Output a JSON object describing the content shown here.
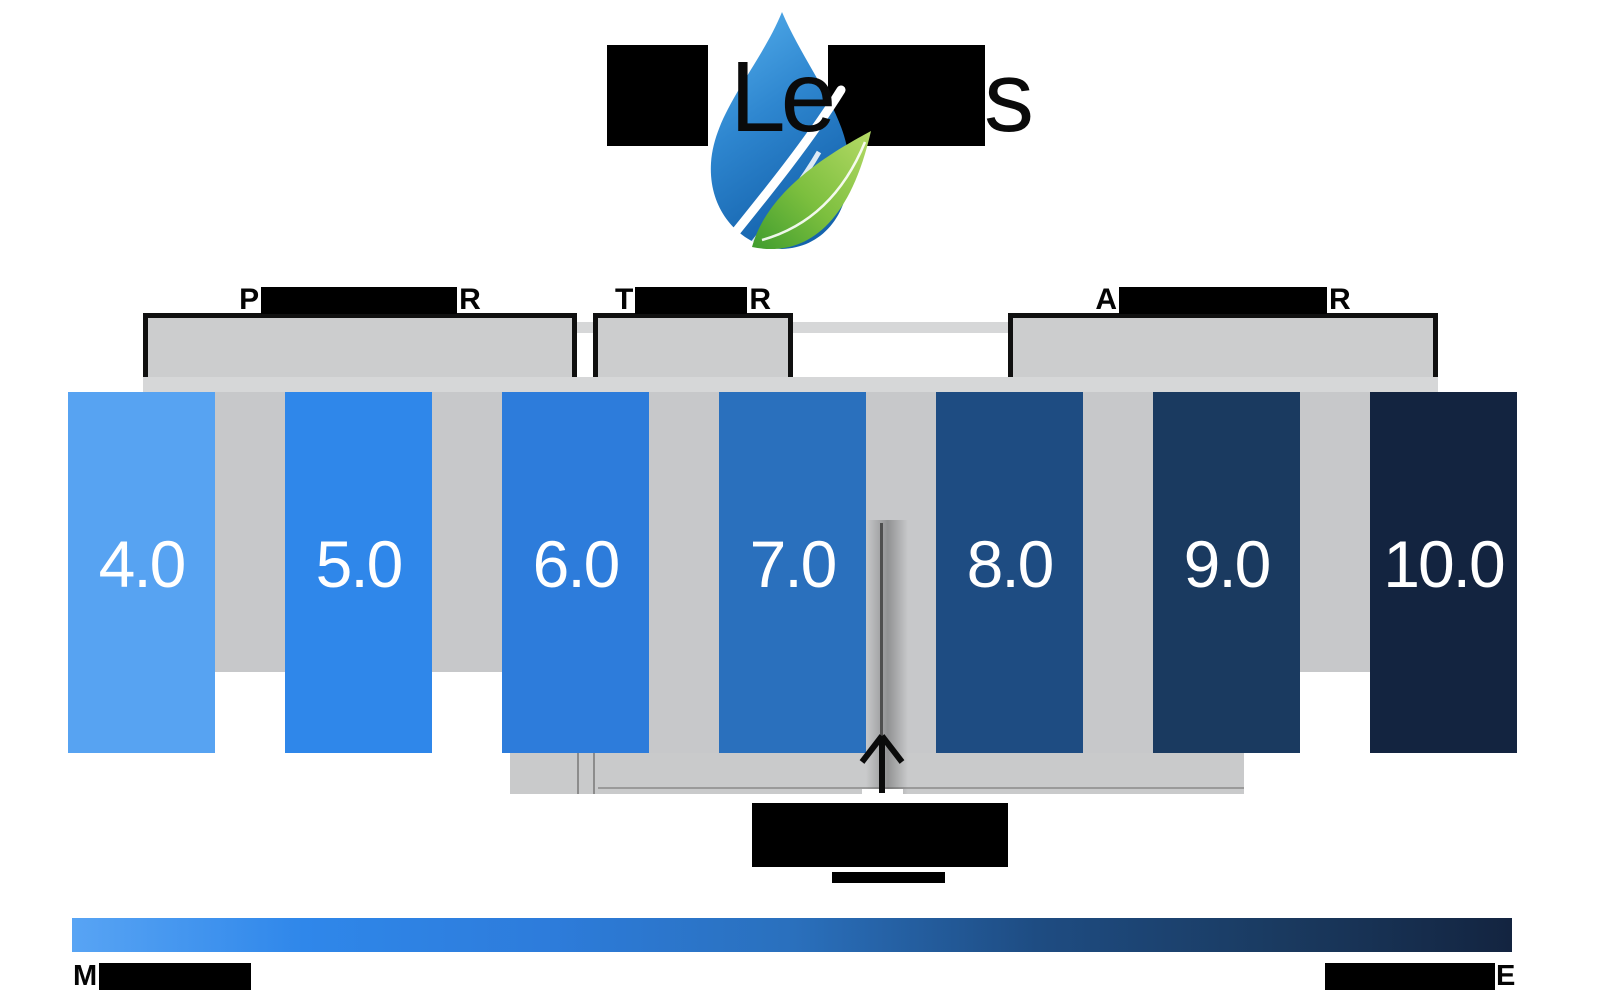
{
  "title": {
    "fragment_mid": "Le",
    "fragment_end": "s",
    "redacted": true
  },
  "logo": {
    "label": "water drop and leaf logo"
  },
  "group_labels": [
    {
      "first": "P",
      "last": "R",
      "spans": "4.0-6.0"
    },
    {
      "first": "T",
      "last": "R",
      "spans": "6.0-7.0"
    },
    {
      "first": "A",
      "last": "R",
      "spans": "8.0-10.0"
    }
  ],
  "bars": [
    {
      "label": "4.0",
      "color": "#57a3f2"
    },
    {
      "label": "5.0",
      "color": "#2f87ea"
    },
    {
      "label": "6.0",
      "color": "#2d7cdb"
    },
    {
      "label": "7.0",
      "color": "#2a70bd"
    },
    {
      "label": "8.0",
      "color": "#1e4c82"
    },
    {
      "label": "9.0",
      "color": "#1a3a60"
    },
    {
      "label": "10.0",
      "color": "#132440"
    }
  ],
  "pointer": {
    "points_at": "7.0",
    "main_caption_redacted": true,
    "sub_caption_redacted": true
  },
  "legend": {
    "left_fragment": "M",
    "right_fragment": "E",
    "gradient_from": "#58a4f4",
    "gradient_to": "#132440"
  },
  "chart_data": {
    "type": "bar",
    "title": {
      "visible_fragments": [
        "Le",
        "s"
      ],
      "redacted": true
    },
    "categories": [
      "4.0",
      "5.0",
      "6.0",
      "7.0",
      "8.0",
      "9.0",
      "10.0"
    ],
    "values": [
      4.0,
      5.0,
      6.0,
      7.0,
      8.0,
      9.0,
      10.0
    ],
    "equal_height_tiles": true,
    "bar_colors": [
      "#57a3f2",
      "#2f87ea",
      "#2d7cdb",
      "#2a70bd",
      "#1e4c82",
      "#1a3a60",
      "#132440"
    ],
    "groups": [
      {
        "label_visible": "P…R",
        "from": "4.0",
        "to": "6.0"
      },
      {
        "label_visible": "T…R",
        "from": "6.0",
        "to": "7.0"
      },
      {
        "label_visible": "A…R",
        "from": "8.0",
        "to": "10.0"
      }
    ],
    "pointer": {
      "points_at": "7.0",
      "label_redacted": true
    },
    "legend_gradient": {
      "left_label_visible": "M…",
      "right_label_visible": "…E",
      "stops": [
        "#58a4f4",
        "#2f87ea",
        "#2d7cdb",
        "#2a70bd",
        "#1e4c82",
        "#1a3a60",
        "#132440"
      ]
    },
    "xlabel": "",
    "ylabel": "",
    "grid": false
  }
}
